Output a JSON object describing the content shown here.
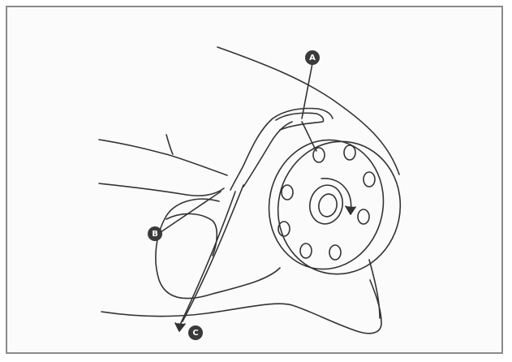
{
  "diagram": {
    "callouts": [
      {
        "id": "A",
        "label": "A"
      },
      {
        "id": "B",
        "label": "B"
      },
      {
        "id": "C",
        "label": "C"
      }
    ],
    "colors": {
      "line": "#333333",
      "callout_fill": "#3a3a3a",
      "frame": "#8a8a8a",
      "background": "#fbfbfb"
    }
  }
}
